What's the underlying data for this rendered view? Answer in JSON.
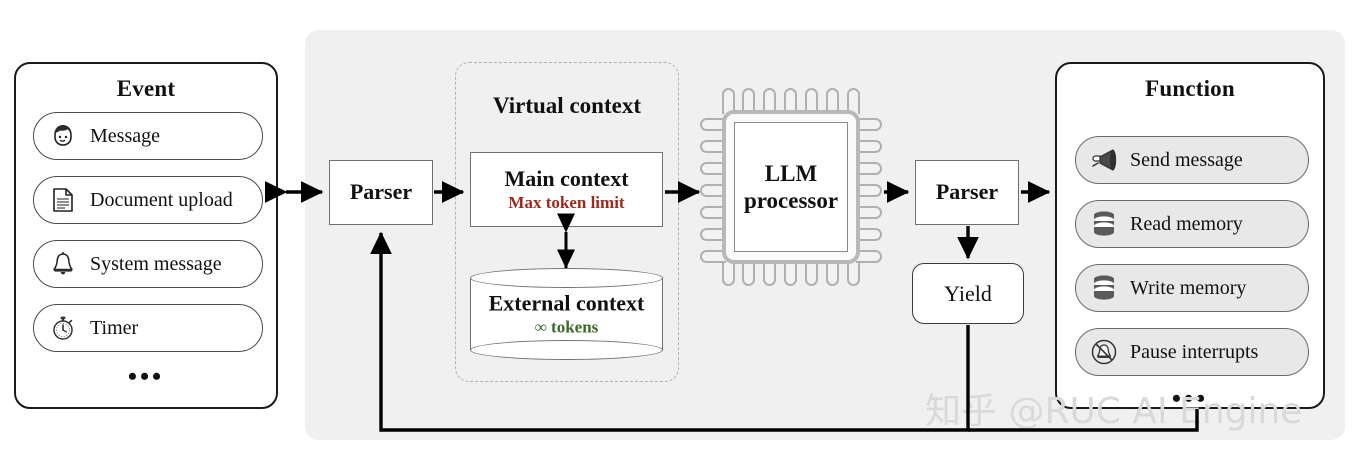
{
  "event_panel": {
    "title": "Event",
    "items": [
      {
        "label": "Message",
        "icon": "person-face-icon"
      },
      {
        "label": "Document upload",
        "icon": "document-icon"
      },
      {
        "label": "System message",
        "icon": "bell-icon"
      },
      {
        "label": "Timer",
        "icon": "stopwatch-icon"
      }
    ],
    "ellipsis": "•••"
  },
  "parser_in": {
    "label": "Parser"
  },
  "virtual_context": {
    "title": "Virtual context",
    "main_context": {
      "title": "Main context",
      "subtitle": "Max token limit",
      "subtitle_color": "#9e2a1e"
    },
    "external_context": {
      "title": "External context",
      "subtitle": "∞ tokens",
      "subtitle_color": "#3a6b2a"
    }
  },
  "processor": {
    "label_line1": "LLM",
    "label_line2": "processor",
    "pins_per_side": 7
  },
  "parser_out": {
    "label": "Parser"
  },
  "yield_box": {
    "label": "Yield"
  },
  "function_panel": {
    "title": "Function",
    "items": [
      {
        "label": "Send message",
        "icon": "megaphone-icon"
      },
      {
        "label": "Read memory",
        "icon": "database-icon"
      },
      {
        "label": "Write memory",
        "icon": "database-icon"
      },
      {
        "label": "Pause interrupts",
        "icon": "bell-slash-icon"
      }
    ],
    "ellipsis": "•••"
  },
  "watermark": {
    "text": "知乎 @RUC AI Engine"
  },
  "colors": {
    "panel_background": "#f0f0f0",
    "panel_border": "#1a1a1a",
    "pill_gray": "#e8e8e8",
    "dashed_border": "#b0b0b0",
    "connector": "#000000"
  }
}
